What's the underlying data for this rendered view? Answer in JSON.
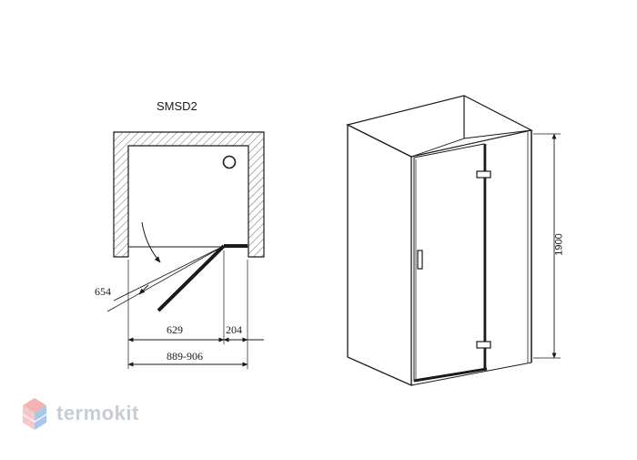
{
  "plan": {
    "title": "SMSD2",
    "dim_angle": "654",
    "dim_panel": "629",
    "dim_fixed": "204",
    "dim_total": "889-906"
  },
  "view3d": {
    "dim_height": "1900"
  },
  "brand": {
    "name": "termokit"
  },
  "colors": {
    "line": "#1a1a1a",
    "brand_text": "#c8ccd4",
    "logo_pink": "#f2b3b3",
    "logo_blue": "#a9c8ec"
  }
}
